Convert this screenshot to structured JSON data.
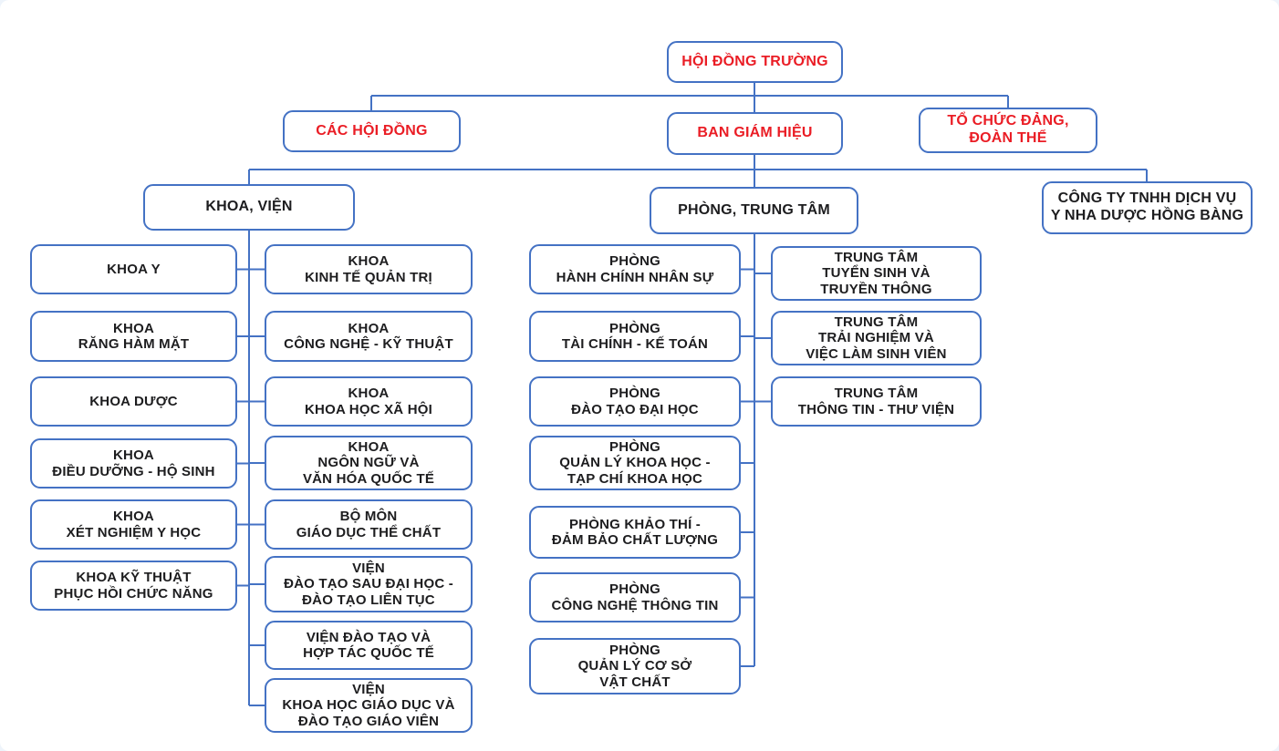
{
  "org": {
    "root": "HỘI ĐỒNG TRƯỜNG",
    "councils": "CÁC HỘI ĐỒNG",
    "board": "BAN GIÁM HIỆU",
    "party": "TỔ CHỨC ĐẢNG,\nĐOÀN THỂ",
    "faculties_group": "KHOA, VIỆN",
    "departments_group": "PHÒNG, TRUNG TÂM",
    "company": "CÔNG TY TNHH DỊCH VỤ\nY NHA DƯỢC HỒNG BÀNG",
    "faculties_left": [
      "KHOA Y",
      "KHOA\nRĂNG HÀM MẶT",
      "KHOA DƯỢC",
      "KHOA\nĐIỀU DƯỠNG - HỘ SINH",
      "KHOA\nXÉT NGHIỆM Y HỌC",
      "KHOA KỸ THUẬT\nPHỤC HỒI CHỨC NĂNG"
    ],
    "faculties_right": [
      "KHOA\nKINH TẾ QUẢN TRỊ",
      "KHOA\nCÔNG NGHỆ - KỸ THUẬT",
      "KHOA\nKHOA HỌC XÃ HỘI",
      "KHOA\nNGÔN NGỮ VÀ\nVĂN HÓA QUỐC TẾ",
      "BỘ MÔN\nGIÁO DỤC THỂ CHẤT",
      "VIỆN\nĐÀO TẠO SAU ĐẠI HỌC -\nĐÀO TẠO LIÊN TỤC",
      "VIỆN ĐÀO TẠO VÀ\nHỢP TÁC QUỐC TẾ",
      "VIỆN\nKHOA HỌC GIÁO DỤC VÀ\nĐÀO TẠO GIÁO VIÊN"
    ],
    "offices": [
      "PHÒNG\nHÀNH CHÍNH NHÂN SỰ",
      "PHÒNG\nTÀI CHÍNH - KẾ TOÁN",
      "PHÒNG\nĐÀO TẠO ĐẠI HỌC",
      "PHÒNG\nQUẢN LÝ KHOA HỌC -\nTẠP CHÍ KHOA HỌC",
      "PHÒNG KHẢO THÍ -\nĐẢM BẢO CHẤT LƯỢNG",
      "PHÒNG\nCÔNG NGHỆ THÔNG TIN",
      "PHÒNG\nQUẢN LÝ CƠ SỞ\nVẬT CHẤT"
    ],
    "centers": [
      "TRUNG TÂM\nTUYỂN SINH VÀ\nTRUYỀN THÔNG",
      "TRUNG TÂM\nTRẢI NGHIỆM VÀ\nVIỆC LÀM SINH VIÊN",
      "TRUNG TÂM\nTHÔNG TIN - THƯ VIỆN"
    ]
  },
  "colors": {
    "accent_blue": "#4472C4",
    "heading_red": "#EA1D25",
    "text_dark": "#1D1D1F",
    "box_fill": "#FFFFFF"
  }
}
